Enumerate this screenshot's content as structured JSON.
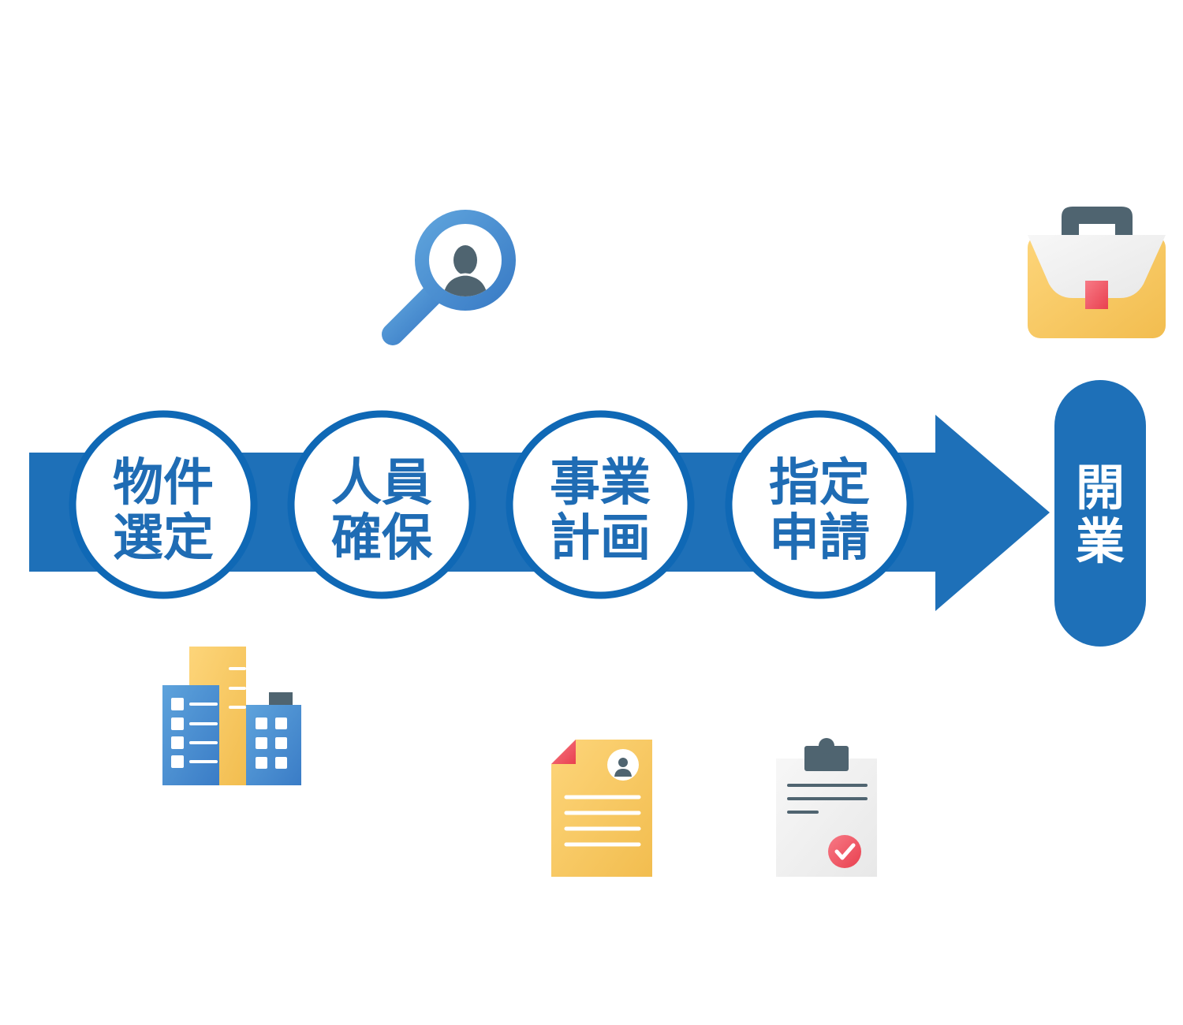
{
  "colors": {
    "primary": "#1e70b8",
    "circle_border": "#0f68b5",
    "yellow": "#f5c457",
    "dark": "#4f6470",
    "red": "#ef4f63"
  },
  "steps": [
    {
      "line1": "物件",
      "line2": "選定",
      "icon": "buildings-icon"
    },
    {
      "line1": "人員",
      "line2": "確保",
      "icon": "magnifier-person-icon"
    },
    {
      "line1": "事業",
      "line2": "計画",
      "icon": "document-profile-icon"
    },
    {
      "line1": "指定",
      "line2": "申請",
      "icon": "clipboard-check-icon"
    }
  ],
  "goal": {
    "line1": "開",
    "line2": "業",
    "icon": "briefcase-icon"
  }
}
